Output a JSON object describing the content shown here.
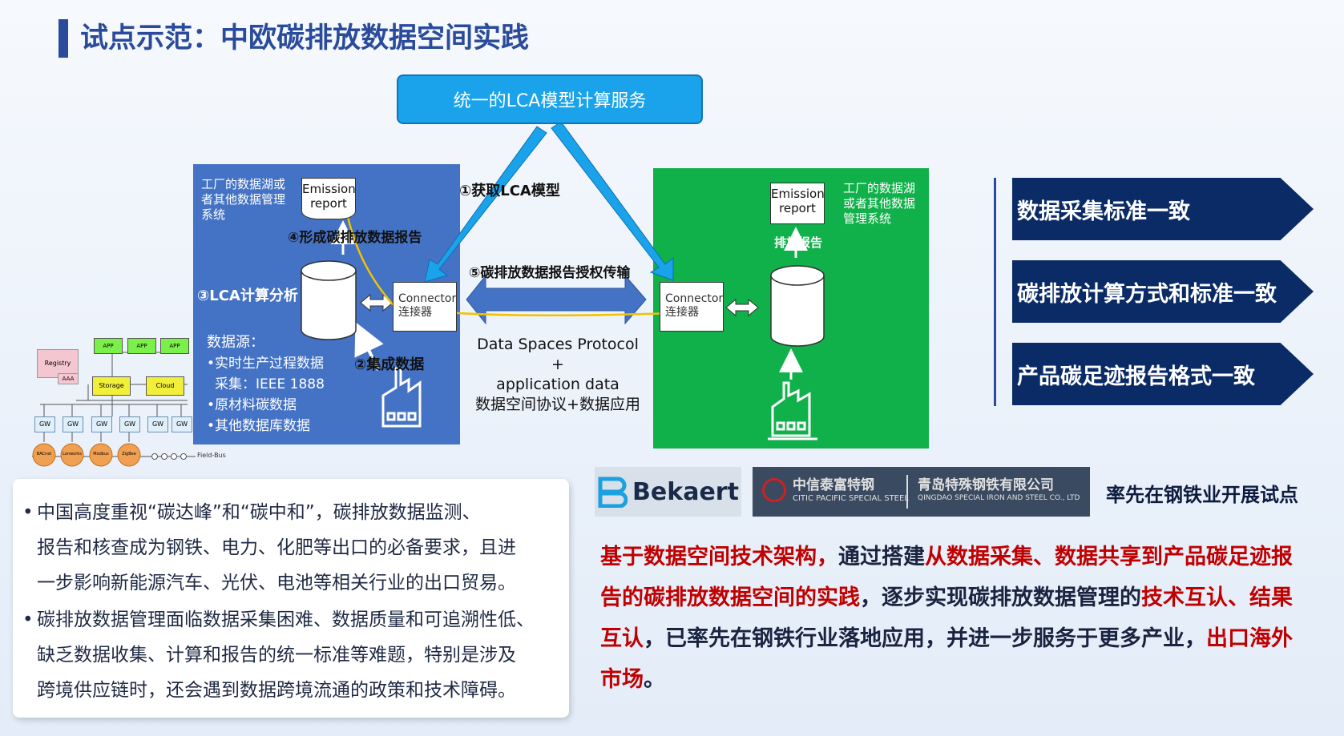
{
  "title": "试点示范：中欧碳排放数据空间实践",
  "diagram": {
    "lca_service": "统一的LCA模型计算服务",
    "step1": "①获取LCA模型",
    "step2": "②集成数据",
    "step3": "③LCA计算分析",
    "step4": "④形成碳排放数据报告",
    "step5": "⑤碳排放数据报告授权传输",
    "left_db_label": [
      "工厂的数据湖或",
      "者其他数据管理",
      "系统"
    ],
    "right_db_label": [
      "工厂的数据湖",
      "或者其他数据",
      "管理系统"
    ],
    "emission_report": [
      "Emission",
      "report"
    ],
    "connector": [
      "Connector",
      "连接器"
    ],
    "right_report_label": "排放报告",
    "data_sources_title": "数据源：",
    "data_sources": [
      "•实时生产过程数据",
      "  采集：IEEE 1888",
      "•原材料碳数据",
      "•其他数据库数据"
    ],
    "protocol": [
      "Data Spaces Protocol",
      "+",
      "application data",
      "数据空间协议+数据应用"
    ],
    "network": {
      "registry": "Registry",
      "aaa": "AAA",
      "app": [
        "APP",
        "APP",
        "APP"
      ],
      "storage": "Storage",
      "cloud": "Cloud",
      "gw": [
        "GW",
        "GW",
        "GW",
        "GW",
        "GW",
        "GW"
      ],
      "devices": [
        "BACnet",
        "Lonworks",
        "Modbus",
        "ZigBee"
      ],
      "fieldbus": "Field-Bus"
    }
  },
  "standards": [
    "数据采集标准一致",
    "碳排放计算方式和标准一致",
    "产品碳足迹报告格式一致"
  ],
  "bullets": [
    [
      "中国高度重视“碳达峰”和“碳中和”，碳排放数据监测、",
      "报告和核查成为钢铁、电力、化肥等出口的必备要求，且进",
      "一步影响新能源汽车、光伏、电池等相关行业的出口贸易。"
    ],
    [
      "碳排放数据管理面临数据采集困难、数据质量和可追溯性低、",
      "缺乏数据收集、计算和报告的统一标准等难题，特别是涉及",
      "跨境供应链时，还会遇到数据跨境流通的政策和技术障碍。"
    ]
  ],
  "logos": {
    "bekaert": "Bekaert",
    "citic_cn": "中信泰富特钢",
    "citic_en": "CITIC PACIFIC SPECIAL STEEL",
    "qingdao_cn": "青岛特殊钢铁有限公司",
    "qingdao_en": "QINGDAO SPECIAL IRON AND STEEL CO., LTD"
  },
  "pilot_text": "率先在钢铁业开展试点",
  "summary": {
    "s1": "基于数据空间技术架构，",
    "s2": "通过搭建",
    "s3": "从数据采集、数据共享到产品碳足迹报告的碳排放数据空间的实践",
    "s4": "，逐步实现碳排放数据管理的",
    "s5": "技术互认、结果互认",
    "s6": "，已率先在钢铁行业落地应用，并进一步服务于更多产业，",
    "s7": "出口海外市场",
    "s8": "。"
  },
  "colors": {
    "accent": "#2a4b9b",
    "blue_panel": "#4472c4",
    "green_panel": "#10b04a",
    "lca": "#1aa3ea",
    "chevron": "#0b2b66",
    "red": "#c00000"
  }
}
